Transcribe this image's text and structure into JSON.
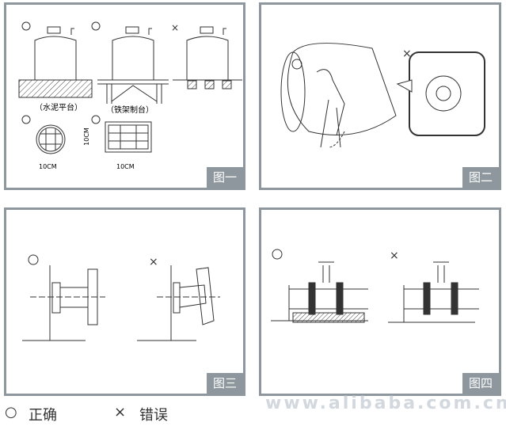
{
  "panels": [
    {
      "label": "图一",
      "captions": [
        "（水泥平台）",
        "（铁架制台）"
      ],
      "dimension": "10CM",
      "marks": [
        "○",
        "○",
        "×",
        "○",
        "○"
      ]
    },
    {
      "label": "图二",
      "marks": [
        "×"
      ]
    },
    {
      "label": "图三",
      "marks": [
        "○",
        "×"
      ]
    },
    {
      "label": "图四",
      "marks": [
        "○",
        "×"
      ]
    }
  ],
  "legend": {
    "correct_symbol": "○",
    "correct_label": "正确",
    "wrong_symbol": "×",
    "wrong_label": "错误"
  },
  "watermark": "www.alibaba.com.cn"
}
